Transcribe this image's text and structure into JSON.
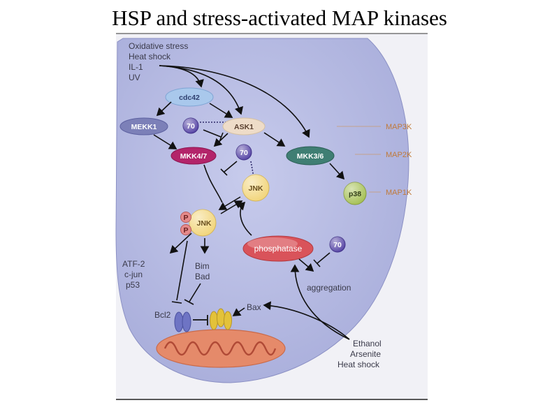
{
  "title": "HSP and stress-activated MAP kinases",
  "stimuli_top": [
    "Oxidative stress",
    "Heat shock",
    "IL-1",
    "UV"
  ],
  "stimuli_bottom": [
    "Ethanol",
    "Arsenite",
    "Heat shock"
  ],
  "levels": {
    "map3k": "MAP3K",
    "map2k": "MAP2K",
    "map1k": "MAP1K"
  },
  "nodes": {
    "cdc42": "cdc42",
    "mekk1": "MEKK1",
    "hsp70": "70",
    "ask1": "ASK1",
    "mkk47": "MKK4/7",
    "mkk36": "MKK3/6",
    "jnk": "JNK",
    "p38": "p38",
    "phospho_p": "P",
    "phosphatase": "phosphatase"
  },
  "labels": {
    "targets": [
      "ATF-2",
      "c-jun",
      "p53"
    ],
    "bim": "Bim",
    "bad": "Bad",
    "bcl2": "Bcl2",
    "bax": "Bax",
    "aggregation": "aggregation"
  },
  "colors": {
    "cell": "#b9bde2",
    "panel": "#f1f1f6",
    "cdc42": "#a9c8ec",
    "mekk1": "#7c80b8",
    "hsp70": "#5b4aa8",
    "ask1": "#eedcc8",
    "mkk47": "#b3246a",
    "mkk36": "#3f7e73",
    "jnk": "#f2d67e",
    "p38": "#a8c25a",
    "phosphatase": "#d9535a",
    "mito": "#e58a6a"
  }
}
